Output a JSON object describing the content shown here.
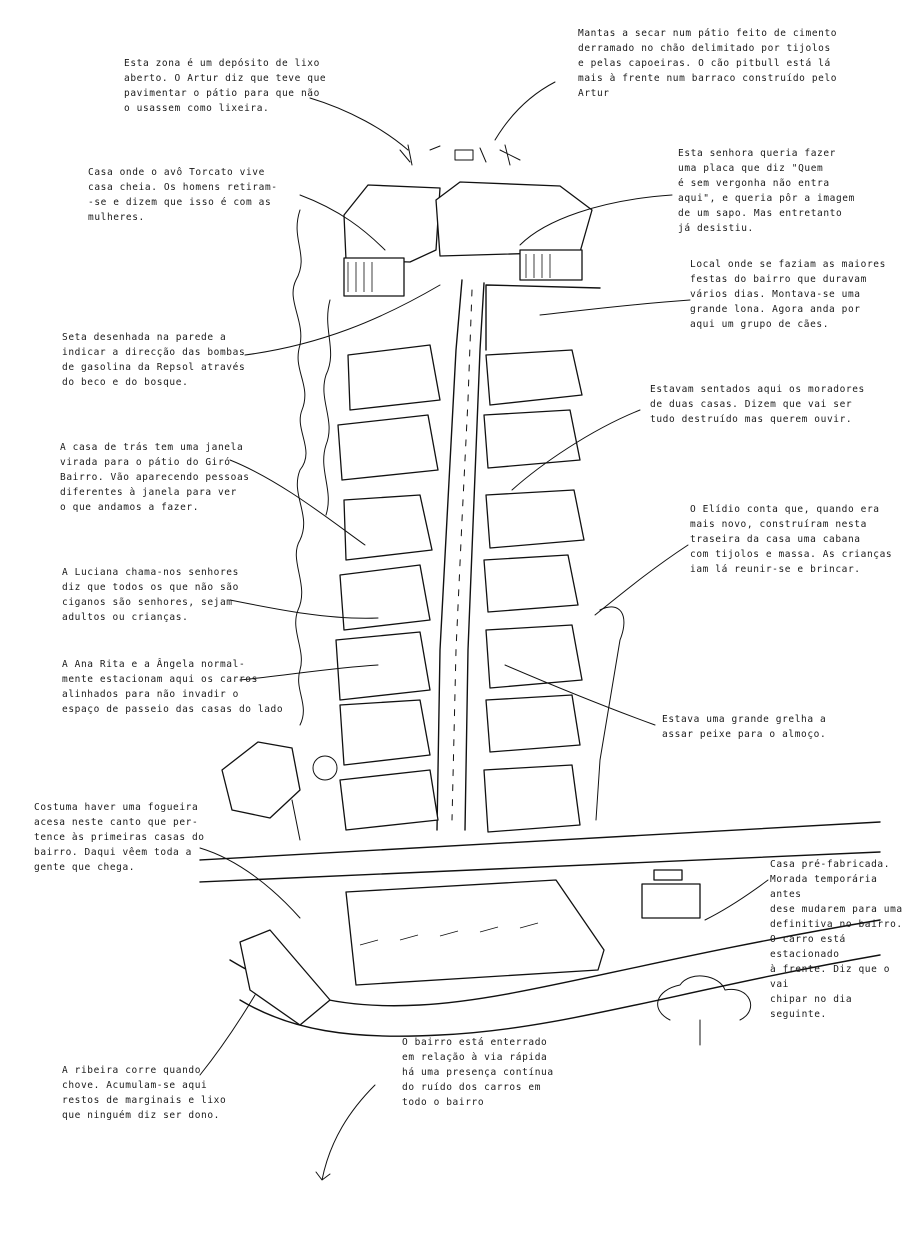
{
  "annotations": [
    {
      "id": "deposito",
      "text": "Esta zona é um depósito de lixo\naberto. O Artur diz que teve que\npavimentar o pátio para que não\no usassem como lixeira."
    },
    {
      "id": "mantas",
      "text": "Mantas a secar num pátio feito de cimento\nderramado no chão delimitado por tijolos\ne pelas capoeiras. O cão pitbull está lá\nmais à frente num barraco construído pelo\nArtur"
    },
    {
      "id": "avo",
      "text": "Casa onde o avô Torcato vive\ncasa cheia. Os homens retiram-\n-se e dizem que isso é com as\nmulheres."
    },
    {
      "id": "senhora",
      "text": "Esta senhora queria fazer\numa placa que diz \"Quem\né sem vergonha não entra\naqui\", e queria pôr a imagem\nde um sapo. Mas entretanto\njá desistiu."
    },
    {
      "id": "festas",
      "text": "Local onde se faziam as maiores\nfestas do bairro que duravam\nvários dias. Montava-se uma\ngrande lona. Agora anda por\naqui um grupo de cães."
    },
    {
      "id": "seta",
      "text": "Seta desenhada na parede a\nindicar a direcção das bombas\nde gasolina da Repsol através\ndo beco e do bosque."
    },
    {
      "id": "moradores",
      "text": "Estavam sentados aqui os moradores\nde duas casas. Dizem que vai ser\ntudo destruído mas querem ouvir."
    },
    {
      "id": "janela",
      "text": "A casa de trás tem uma janela\nvirada para o pátio do Giró\nBairro. Vão aparecendo pessoas\ndiferentes à janela para ver\no que andamos a fazer."
    },
    {
      "id": "elidio",
      "text": "O Elídio conta que, quando era\nmais novo, construíram nesta\ntraseira da casa uma cabana\ncom tijolos e massa. As crianças\niam lá reunir-se e brincar."
    },
    {
      "id": "luciana",
      "text": "A Luciana chama-nos senhores\ndiz que todos os que não são\nciganos são senhores, sejam\nadultos ou crianças."
    },
    {
      "id": "ana",
      "text": "A Ana Rita e a Ângela normal-\nmente estacionam aqui os carros\nalinhados para não invadir o\nespaço de passeio das casas do lado"
    },
    {
      "id": "grelha",
      "text": "Estava uma grande grelha a\nassar peixe para o almoço."
    },
    {
      "id": "fogueira",
      "text": "Costuma haver uma fogueira\nacesa neste canto que per-\ntence às primeiras casas do\nbairro. Daqui vêem toda a\ngente que chega."
    },
    {
      "id": "prefab",
      "text": "Casa pré-fabricada.\nMorada temporária antes\ndese mudarem para uma\ndefinitiva no bairro.\nO carro está estacionado\nà frente. Diz que o vai\nchipar no dia seguinte."
    },
    {
      "id": "ribeira",
      "text": "A ribeira corre quando\nchove. Acumulam-se aqui\nrestos de marginais e lixo\nque ninguém diz ser dono."
    },
    {
      "id": "via",
      "text": "O bairro está enterrado\nem relação à via rápida\nhá uma presença contínua\ndo ruído dos carros em\ntodo o bairro"
    }
  ]
}
